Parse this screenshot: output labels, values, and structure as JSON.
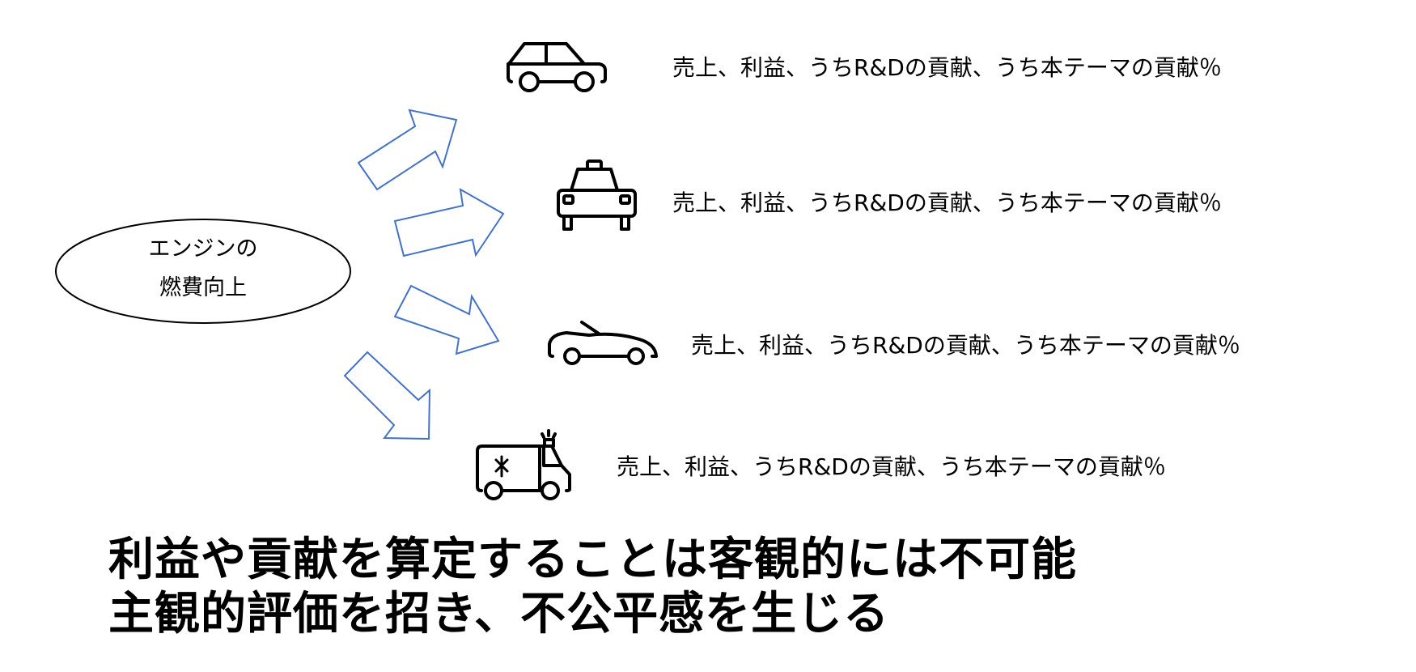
{
  "source": {
    "line1": "エンジンの",
    "line2": "燃費向上"
  },
  "rows": [
    {
      "icon": "sedan-car-icon",
      "text": "売上、利益、うちR&Dの貢献、うち本テーマの貢献％"
    },
    {
      "icon": "taxi-icon",
      "text": "売上、利益、うちR&Dの貢献、うち本テーマの貢献％"
    },
    {
      "icon": "convertible-car-icon",
      "text": "売上、利益、うちR&Dの貢献、うち本テーマの貢献％"
    },
    {
      "icon": "ambulance-icon",
      "text": "売上、利益、うちR&Dの貢献、うち本テーマの貢献％"
    }
  ],
  "conclusion": {
    "line1": "利益や貢献を算定することは客観的には不可能",
    "line2": "主観的評価を招き、不公平感を生じる"
  },
  "colors": {
    "arrow": "#4472C4",
    "icon": "#000000"
  }
}
